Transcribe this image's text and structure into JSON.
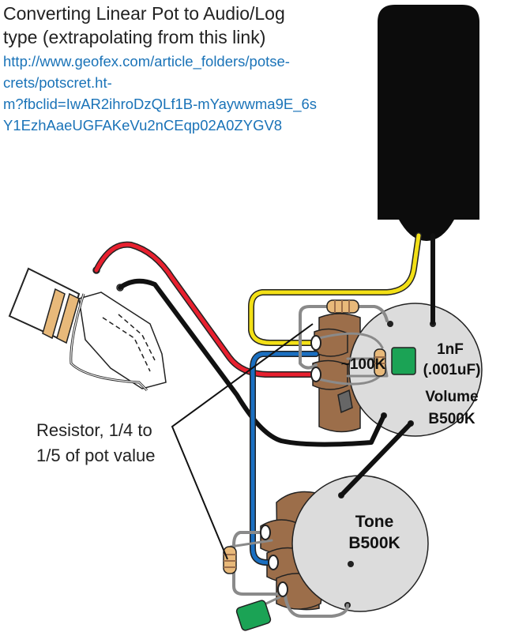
{
  "title": {
    "line1": "Converting Linear Pot to Audio/Log",
    "line2": "type (extrapolating from this link)"
  },
  "link": {
    "line1": "http://www.geofex.com/article_folders/potse-",
    "line2": "crets/potscret.ht-",
    "line3": "m?fbclid=IwAR2ihroDzQLf1B-mYaywwma9E_6s",
    "line4": "Y1EzhAaeUGFAKeVu2nCEqp02A0ZYGV8"
  },
  "volume_pot": {
    "name": "Volume",
    "value": "B500K",
    "cap_line1": "1nF",
    "cap_line2": "(.001uF)",
    "resistor": "~100K"
  },
  "tone_pot": {
    "name": "Tone",
    "value": "B500K"
  },
  "annotation": {
    "line1": "Resistor, 1/4 to",
    "line2": "1/5 of pot value"
  },
  "colors": {
    "red_wire": "#e8202f",
    "black_wire": "#111111",
    "yellow_wire": "#f3e016",
    "blue_wire": "#1a6fc1",
    "gray_wire": "#8a8a8a",
    "pot_body": "#dcdcdc",
    "lug_brown": "#9c6e4a",
    "cap_green": "#1ba355",
    "resistor_body": "#e8b97a"
  }
}
